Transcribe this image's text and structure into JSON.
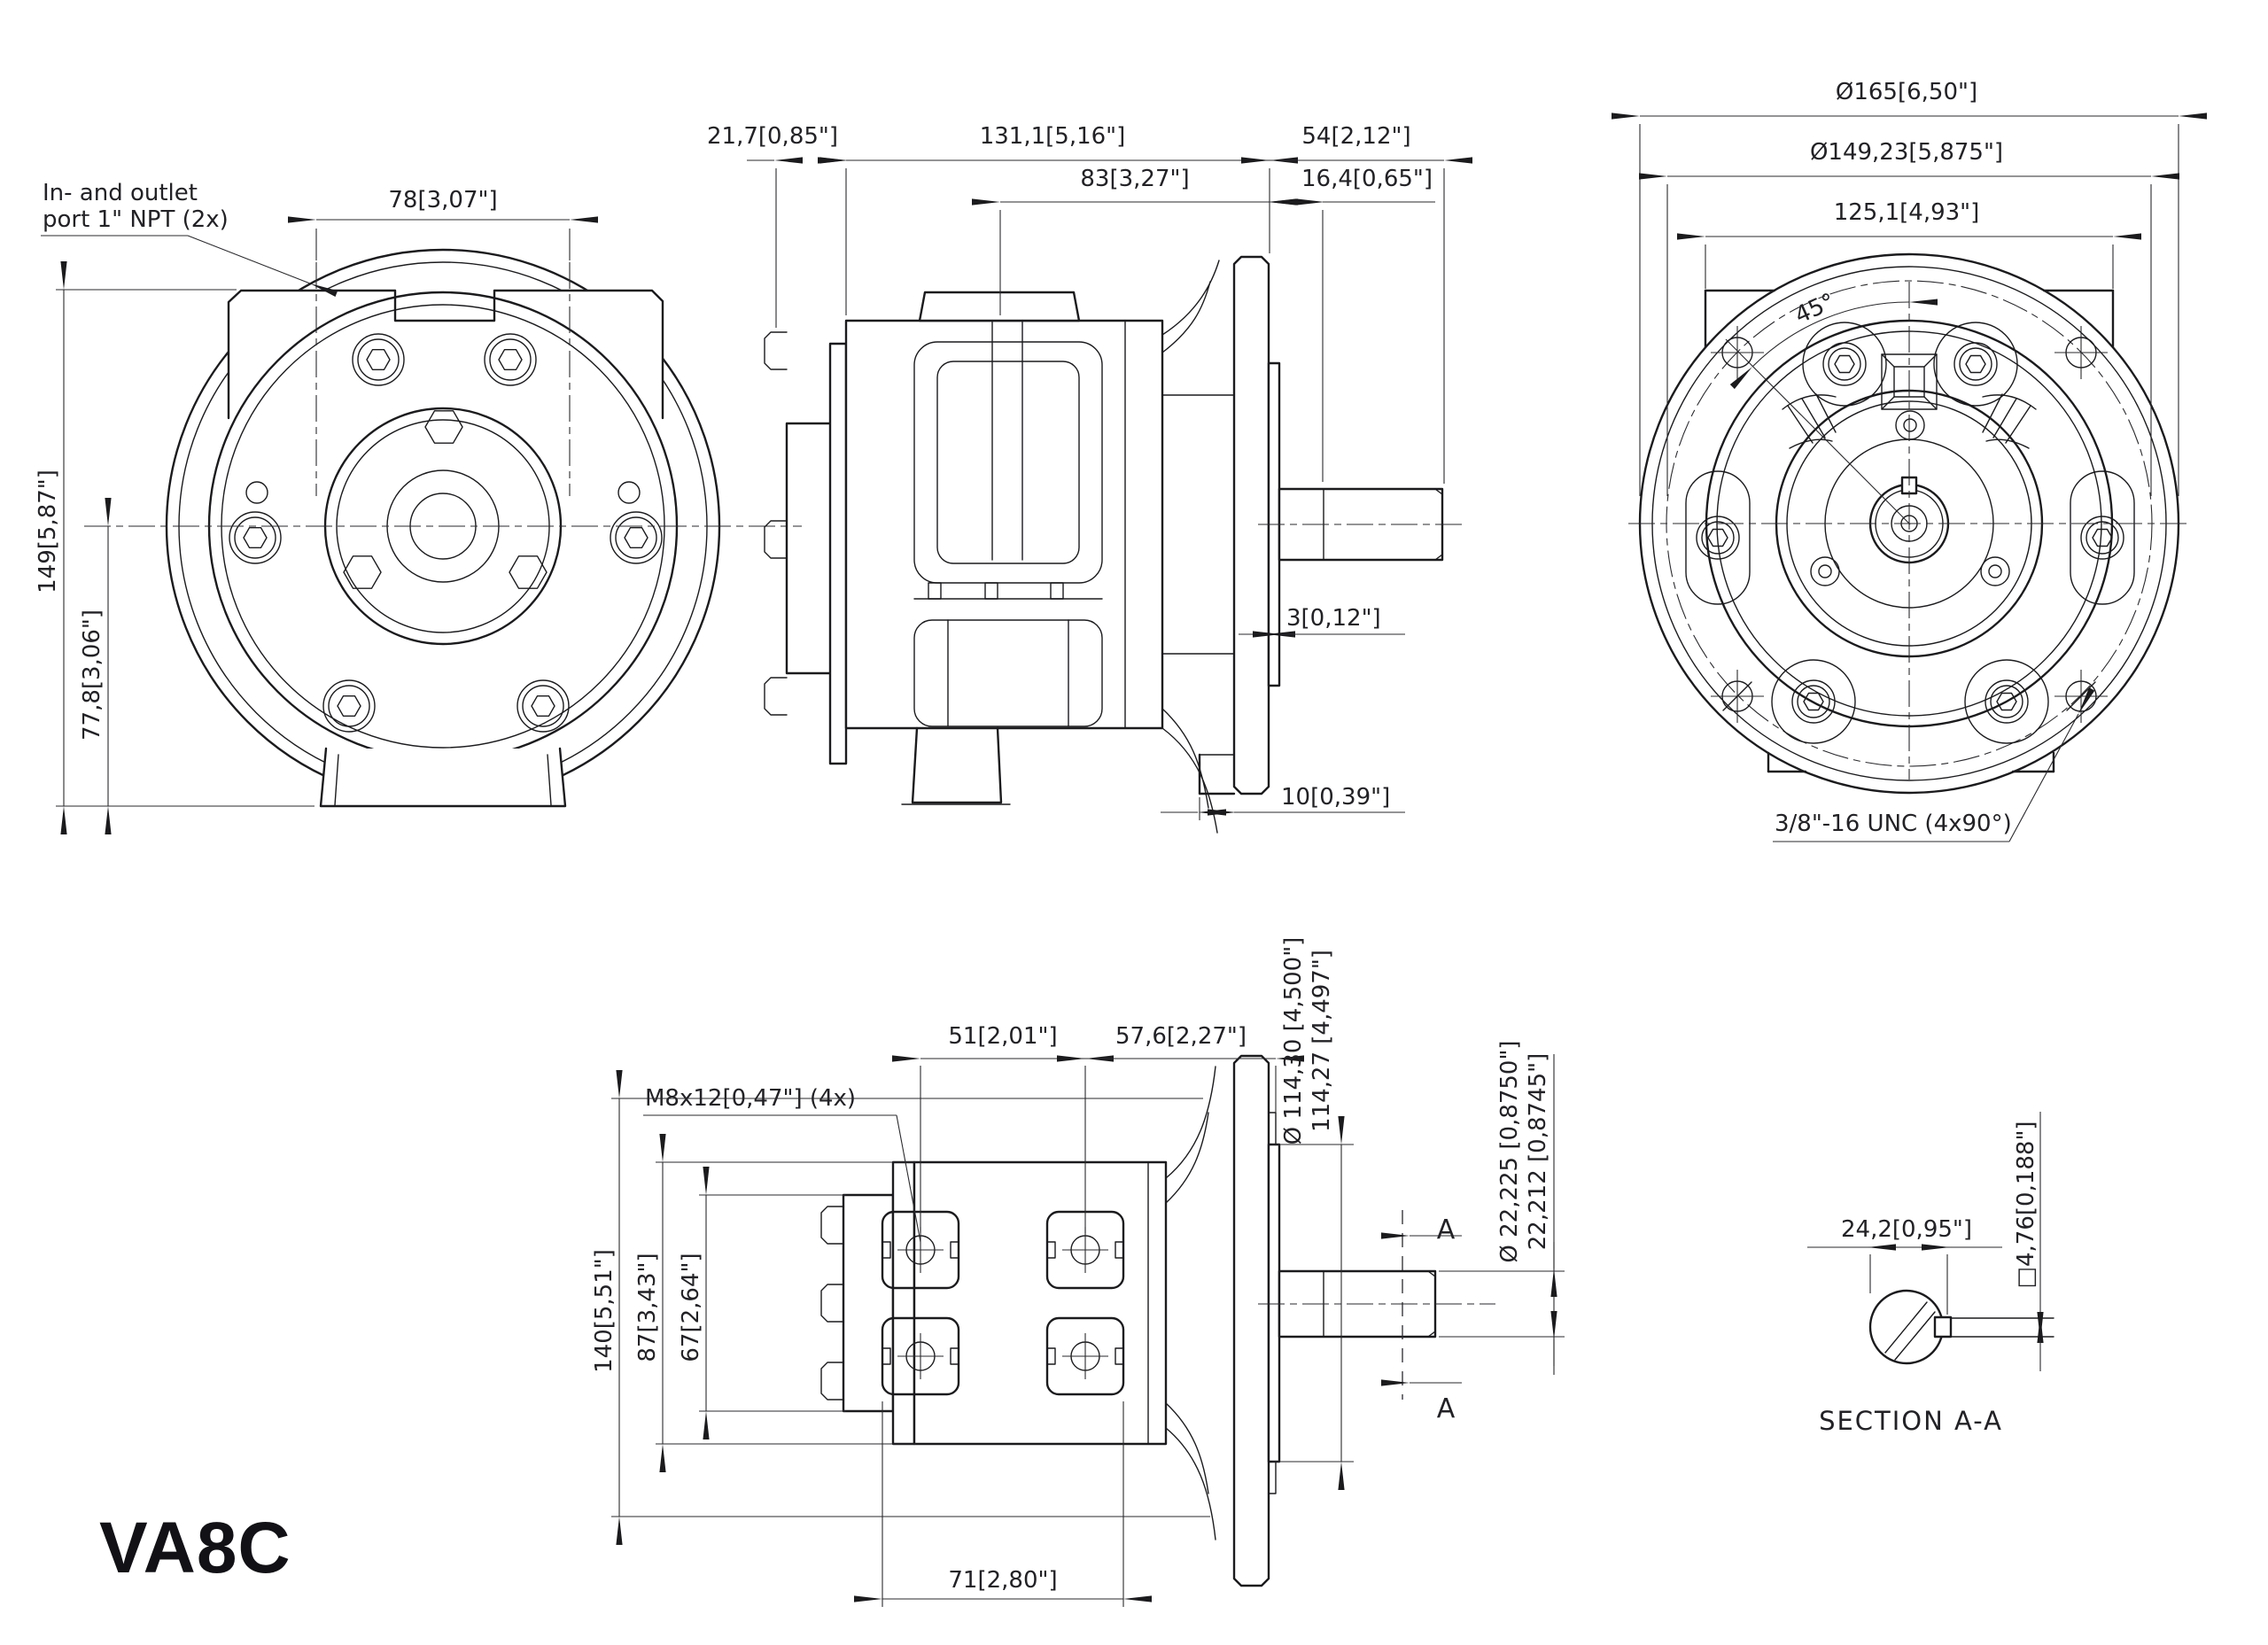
{
  "title": "VA8C",
  "front": {
    "port_leader_line1": "In- and outlet",
    "port_leader_line2": "port 1\" NPT (2x)",
    "dim_port_spacing": "78[3,07\"]",
    "dim_total_height": "149[5,87\"]",
    "dim_center_height": "77,8[3,06\"]"
  },
  "side": {
    "dim_rear_cover": "21,7[0,85\"]",
    "dim_body_length": "131,1[5,16\"]",
    "dim_shaft_length": "54[2,12\"]",
    "dim_gland_to_face": "83[3,27\"]",
    "dim_shoulder": "16,4[0,65\"]",
    "dim_pilot_step": "3[0,12\"]",
    "dim_foot_offset": "10[0,39\"]"
  },
  "rear": {
    "dim_flange_od": "Ø165[6,50\"]",
    "dim_bolt_circle": "Ø149,23[5,875\"]",
    "dim_block_width": "125,1[4,93\"]",
    "dim_angle": "45°",
    "thread_label": "3/8\"-16 UNC (4x90°)"
  },
  "top": {
    "thread_leader": "M8x12[0,47\"] (4x)",
    "dim_hole_spacing": "51[2,01\"]",
    "dim_hole_to_face": "57,6[2,27\"]",
    "dim_pilot_line1": "Ø 114,30 [4,500\"]",
    "dim_pilot_line2": "114,27 [4,497\"]",
    "dim_shaft_line1": "Ø 22,225 [0,8750\"]",
    "dim_shaft_line2": "22,212 [0,8745\"]",
    "dim_overall": "140[5,51\"]",
    "dim_body_width": "87[3,43\"]",
    "dim_cover_width": "67[2,64\"]",
    "dim_boss_span": "71[2,80\"]",
    "section_marker": "A"
  },
  "section": {
    "dim_key_width": "24,2[0,95\"]",
    "dim_key_height": "□4,76[0,188\"]",
    "caption": "SECTION A-A"
  }
}
